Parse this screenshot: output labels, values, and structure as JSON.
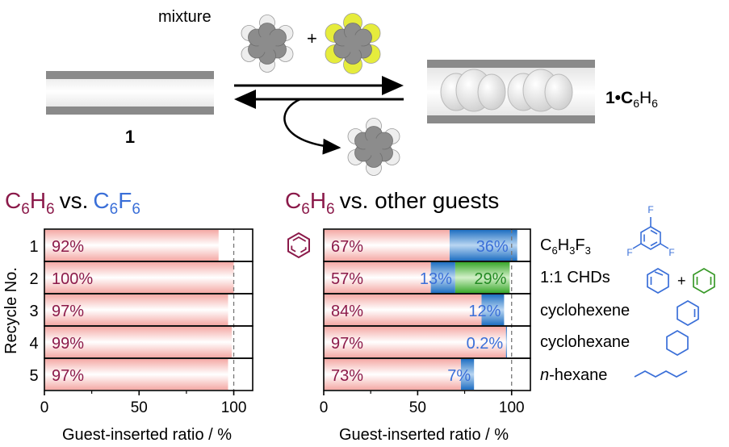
{
  "scheme": {
    "mixture_label": "mixture",
    "plus": "+",
    "host_label": "1",
    "complex_label_prefix": "1•C",
    "complex_sub_6a": "6",
    "complex_h": "H",
    "complex_sub_6b": "6",
    "atom_colors": {
      "carbon": "#8c8c8c",
      "hydrogen": "#eeeeee",
      "fluorine": "#e6ec3c"
    }
  },
  "colors": {
    "c6h6": "#8b1a4a",
    "c6f6": "#3a6fd8",
    "blue_fill": "#2f7fce",
    "green_fill": "#49b83a",
    "green_text": "#238a23",
    "red_fill": "#f6b1ad"
  },
  "chart_data": [
    {
      "type": "bar",
      "title_parts": {
        "a": "C",
        "a_sub1": "6",
        "a_h": "H",
        "a_sub2": "6",
        "vs": "vs.",
        "b": "C",
        "b_sub1": "6",
        "b_f": "F",
        "b_sub2": "6"
      },
      "ylabel": "Recycle No.",
      "xlabel": "Guest-inserted ratio / %",
      "xlim": [
        0,
        110
      ],
      "xticks": [
        "0",
        "50",
        "100"
      ],
      "reference_line": 100,
      "categories": [
        "1",
        "2",
        "3",
        "4",
        "5"
      ],
      "series": [
        {
          "values": [
            92,
            100,
            97,
            99,
            97
          ],
          "labels": [
            "92%",
            "100%",
            "97%",
            "99%",
            "97%"
          ]
        }
      ]
    },
    {
      "type": "bar",
      "stacked": true,
      "title_parts": {
        "a": "C",
        "a_sub1": "6",
        "a_h": "H",
        "a_sub2": "6",
        "rest": "vs. other guests"
      },
      "xlabel": "Guest-inserted ratio / %",
      "xlim": [
        0,
        110
      ],
      "xticks": [
        "0",
        "50",
        "100"
      ],
      "reference_line": 100,
      "rows": [
        {
          "c6h6": 67,
          "c6h6_label": "67%",
          "others": [
            {
              "value": 36,
              "label": "36%",
              "color": "blue"
            }
          ],
          "guest": "C6H3F3"
        },
        {
          "c6h6": 57,
          "c6h6_label": "57%",
          "others": [
            {
              "value": 13,
              "label": "13%",
              "color": "blue"
            },
            {
              "value": 29,
              "label": "29%",
              "color": "green"
            }
          ],
          "guest": "1:1 CHDs"
        },
        {
          "c6h6": 84,
          "c6h6_label": "84%",
          "others": [
            {
              "value": 12,
              "label": "12%",
              "color": "blue"
            }
          ],
          "guest": "cyclohexene"
        },
        {
          "c6h6": 97,
          "c6h6_label": "97%",
          "others": [
            {
              "value": 0.2,
              "label": "0.2%",
              "color": "blue"
            }
          ],
          "guest": "cyclohexane"
        },
        {
          "c6h6": 73,
          "c6h6_label": "73%",
          "others": [
            {
              "value": 7,
              "label": "7%",
              "color": "blue"
            }
          ],
          "guest": "n-hexane"
        }
      ],
      "guest_labels": {
        "c6h3f3_c": "C",
        "c6h3f3_s1": "6",
        "c6h3f3_h": "H",
        "c6h3f3_s2": "3",
        "c6h3f3_f": "F",
        "c6h3f3_s3": "3",
        "chds": "1:1 CHDs",
        "cyclohexene": "cyclohexene",
        "cyclohexane": "cyclohexane",
        "hexane_n": "n",
        "hexane_rest": "-hexane",
        "fluoro_atom": "F",
        "plus": "+"
      }
    }
  ]
}
